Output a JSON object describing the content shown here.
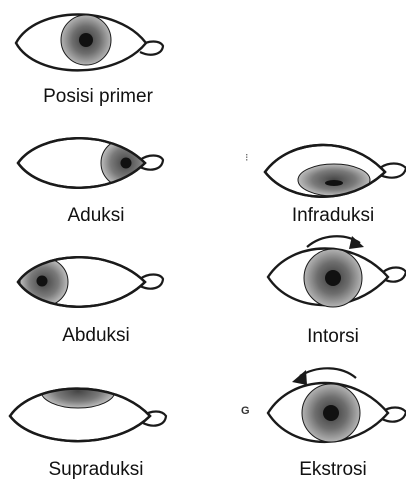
{
  "labels": {
    "primary": "Posisi primer",
    "adduction": "Aduksi",
    "infraduction": "Infraduksi",
    "abduction": "Abduksi",
    "intorsion": "Intorsi",
    "supraduction": "Supraduksi",
    "extorsion": "Ekstrosi"
  },
  "marks": {
    "colon": "⁝",
    "g": "G"
  },
  "colors": {
    "outline": "#1a1a1a",
    "iris_light": "#d6d6d6",
    "iris_dark": "#555555",
    "pupil": "#111111",
    "background": "#ffffff"
  }
}
